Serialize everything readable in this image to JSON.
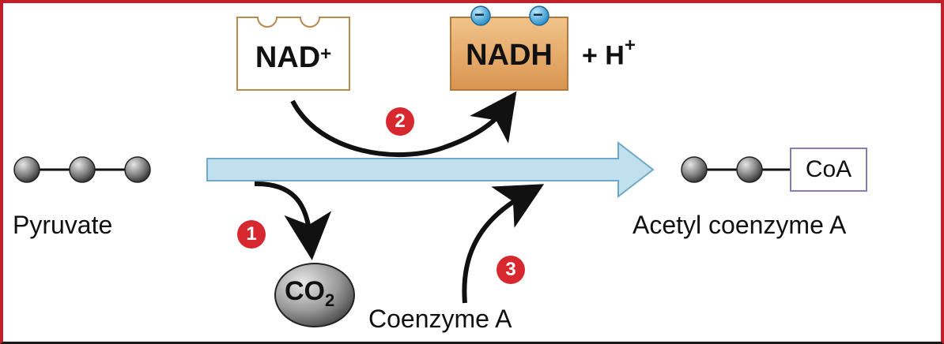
{
  "molecules": {
    "pyruvate": "Pyruvate",
    "acetyl_coa": "Acetyl coenzyme A",
    "coa_box": "CoA",
    "coenzyme_a": "Coenzyme A",
    "co2": {
      "main": "CO",
      "sub": "2"
    },
    "nad": {
      "main": "NAD",
      "sup": "+"
    },
    "nadh": "NADH",
    "proton": {
      "main": "+ H",
      "sup": "+"
    }
  },
  "steps": [
    "1",
    "2",
    "3"
  ],
  "electron_symbols": [
    "−",
    "−"
  ],
  "colors": {
    "frame_red": "#c0202a",
    "step_red": "#d7282f",
    "main_arrow_fill": "#bfe0ec",
    "main_arrow_stroke": "#6fa8c8",
    "nad_box_border": "#b88a4e",
    "nadh_fill": "#e6ad6a",
    "coa_box_border": "#8a7ab8",
    "electron_blue": "#4fb3e6",
    "carbon_gray": "#8c8c8c"
  }
}
